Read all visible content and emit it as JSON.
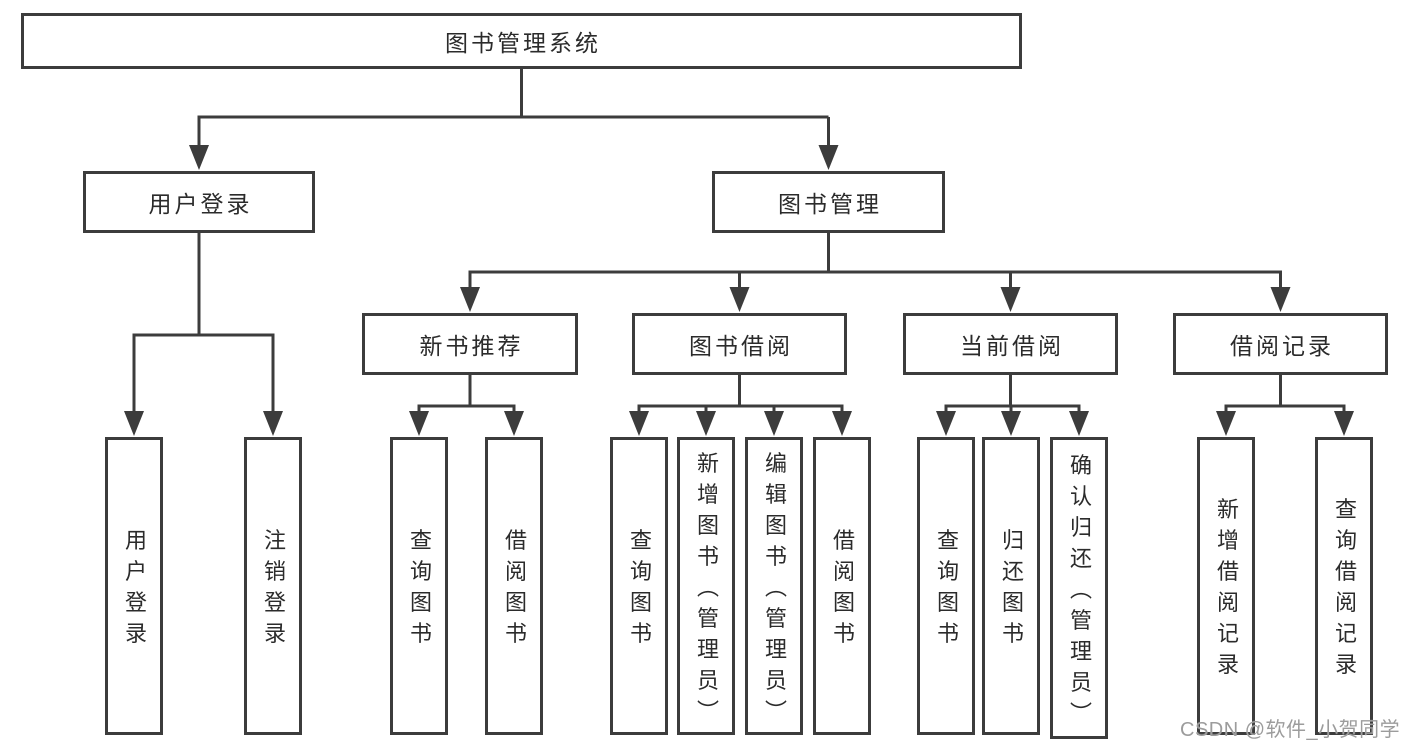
{
  "diagram": {
    "type": "hierarchy-tree",
    "orientation": "top-down"
  },
  "colors": {
    "line": "#3c3c3c",
    "box_border": "#3c3c3c",
    "text": "#2b2b2b",
    "watermark": "#9c9c9c",
    "background": "#ffffff"
  },
  "nodes": {
    "root": {
      "label": "图书管理系统"
    },
    "level2": [
      {
        "label": "用户登录"
      },
      {
        "label": "图书管理"
      }
    ],
    "level3": [
      {
        "label": "新书推荐"
      },
      {
        "label": "图书借阅"
      },
      {
        "label": "当前借阅"
      },
      {
        "label": "借阅记录"
      }
    ],
    "leaves": {
      "user_login": [
        {
          "label": "用户登录"
        },
        {
          "label": "注销登录"
        }
      ],
      "new_book_recommend": [
        {
          "label": "查询图书"
        },
        {
          "label": "借阅图书"
        }
      ],
      "book_borrow": [
        {
          "label": "查询图书"
        },
        {
          "label": "新增图书（管理员）"
        },
        {
          "label": "编辑图书（管理员）"
        },
        {
          "label": "借阅图书"
        }
      ],
      "current_borrow": [
        {
          "label": "查询图书"
        },
        {
          "label": "归还图书"
        },
        {
          "label": "确认归还（管理员）"
        }
      ],
      "borrow_records": [
        {
          "label": "新增借阅记录"
        },
        {
          "label": "查询借阅记录"
        }
      ]
    }
  },
  "watermark": {
    "text": "CSDN @软件_小贺同学"
  }
}
